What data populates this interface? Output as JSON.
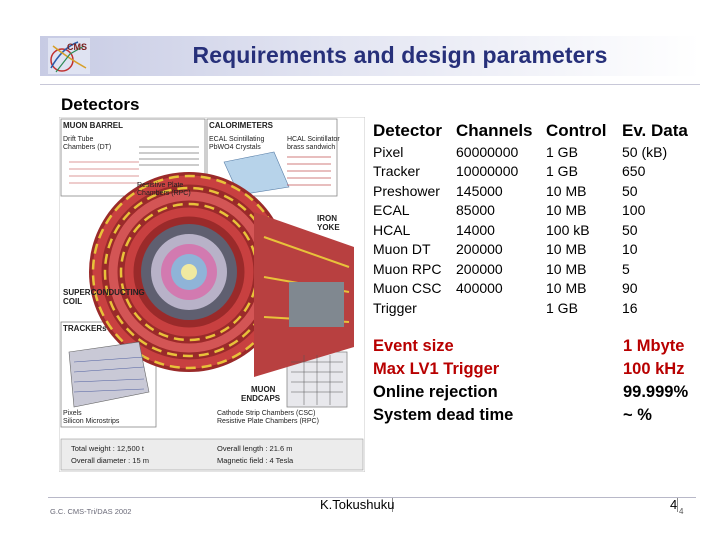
{
  "header": {
    "title": "Requirements and design parameters",
    "logo_text": "CMS"
  },
  "section_label": "Detectors",
  "figure": {
    "muon_barrel": "MUON BARREL",
    "dt": "Drift Tube",
    "dt2": "Chambers (DT)",
    "calorimeters": "CALORIMETERS",
    "ecal": "ECAL Scintillating",
    "ecal2": "PbWO4 Crystals",
    "hcal": "HCAL Scintillator",
    "hcal2": "brass sandwich",
    "rpc": "Resistive Plate",
    "rpc2": "Chambers (RPC)",
    "iron": "IRON",
    "yoke": "YOKE",
    "superconducting": "SUPERCONDUCTING",
    "coil": "COIL",
    "trackers": "TRACKERs",
    "pixels": "Pixels",
    "microstrips": "Silicon Microstrips",
    "muon": "MUON",
    "endcaps": "ENDCAPS",
    "csc": "Cathode Strip Chambers (CSC)",
    "rpc_end": "Resistive Plate Chambers (RPC)",
    "total_weight": "Total weight : 12,500 t",
    "overall_diameter": "Overall diameter : 15 m",
    "overall_length": "Overall length : 21.6 m",
    "magnetic_field": "Magnetic field : 4 Tesla"
  },
  "table": {
    "headers": [
      "Detector",
      "Channels",
      "Control",
      "Ev. Data"
    ],
    "rows": [
      [
        "Pixel",
        "60000000",
        "1 GB",
        "50 (kB)"
      ],
      [
        "Tracker",
        "10000000",
        "1 GB",
        "650"
      ],
      [
        "Preshower",
        "145000",
        "10 MB",
        "50"
      ],
      [
        "ECAL",
        "85000",
        "10 MB",
        "100"
      ],
      [
        "HCAL",
        "14000",
        "100 kB",
        "50"
      ],
      [
        "Muon DT",
        "200000",
        "10 MB",
        "10"
      ],
      [
        "Muon RPC",
        "200000",
        "10 MB",
        "5"
      ],
      [
        "Muon CSC",
        "400000",
        "10 MB",
        "90"
      ],
      [
        "Trigger",
        "",
        "1 GB",
        "16"
      ]
    ]
  },
  "summary": [
    {
      "label": "Event size",
      "value": "1 Mbyte"
    },
    {
      "label": "Max LV1 Trigger",
      "value": "100 kHz"
    },
    {
      "label": "Online rejection",
      "value": "99.999%"
    },
    {
      "label": "System dead time",
      "value": "~ %"
    }
  ],
  "footer": {
    "left": "G.C. CMS-Tri/DAS 2002",
    "center": "K.Tokushuku",
    "page": "4",
    "page_sub": "4"
  },
  "colors": {
    "title": "#27307a",
    "highlight": "#b80000"
  }
}
